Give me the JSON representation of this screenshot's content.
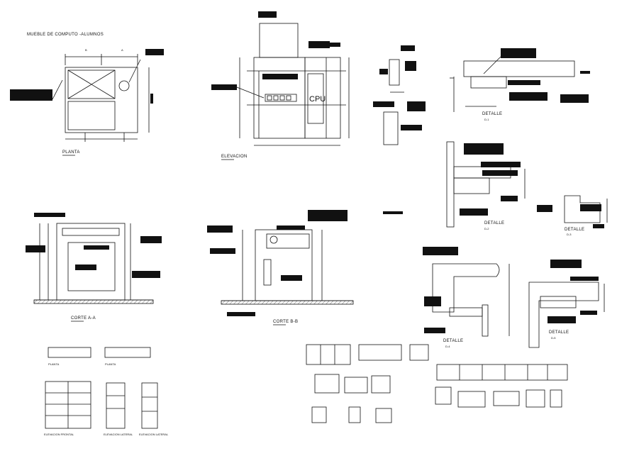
{
  "sheet": {
    "title": "MUEBLE DE COMPUTO -ALUMNOS",
    "views": {
      "plan": "PLANTA",
      "elevation": "ELEVACION",
      "section_aa": "CORTE A-A",
      "section_bb": "CORTE B-B",
      "plan_small_1": "PLANTA",
      "plan_small_2": "PLANTA",
      "elev_front": "ELEVACION FRONTAL",
      "elev_side": "ELEVACION LATERAL",
      "elev_side_2": "ELEVACION LATERAL"
    },
    "details": {
      "d1": "DETALLE",
      "d1_id": "D-1",
      "d2": "DETALLE",
      "d2_id": "D-2",
      "d3": "DETALLE",
      "d3_id": "D-3",
      "d4": "DETALLE",
      "d4_id": "D-4",
      "d5": "DETALLE",
      "d5_id": "D-5"
    },
    "markers": {
      "a": "A",
      "b": "B",
      "cpu": "CPU"
    }
  },
  "colors": {
    "line": "#111111",
    "background": "#ffffff"
  }
}
